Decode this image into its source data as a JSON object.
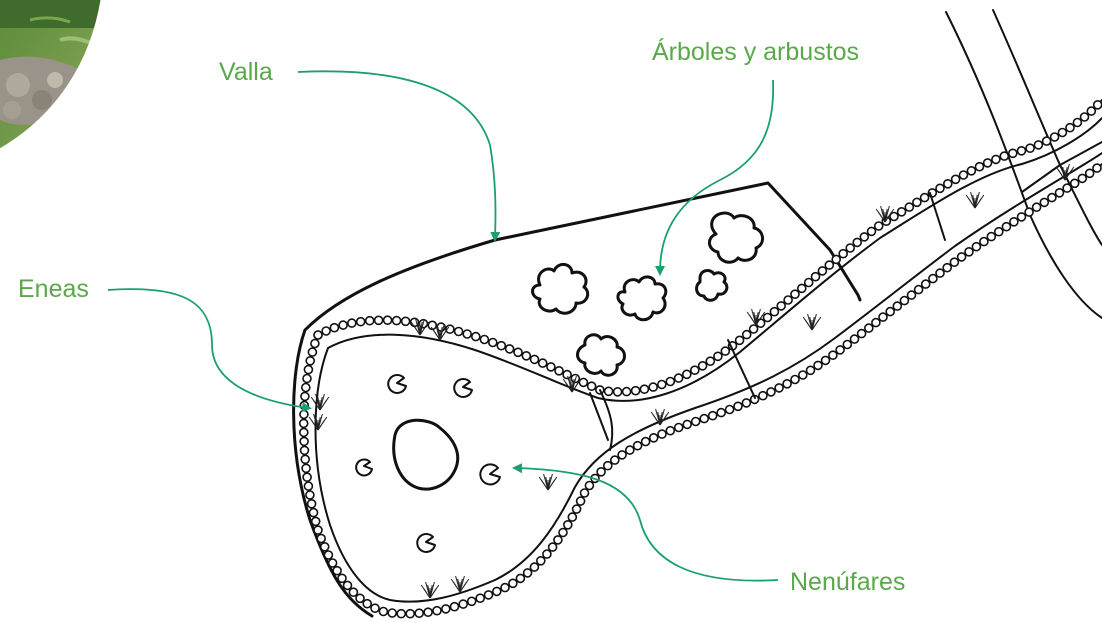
{
  "labels": {
    "fence": "Valla",
    "trees": "Árboles y arbustos",
    "cattails": "Eneas",
    "waterlilies": "Nenúfares"
  },
  "colors": {
    "label_text": "#5aa84a",
    "arrow": "#1aa06b",
    "ink": "#111111",
    "photo_grass": "#6f9a45",
    "photo_stone": "#9a9389"
  },
  "icons": {
    "tree": "shrub-blob-icon",
    "waterlily": "lily-pad-icon",
    "reeds": "cattail-tuft-icon"
  }
}
